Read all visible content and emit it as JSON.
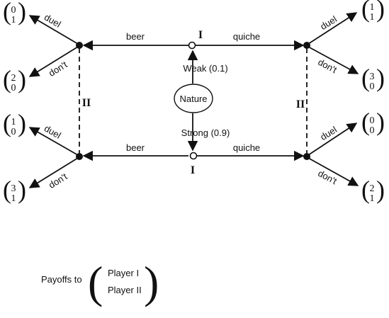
{
  "nodes": {
    "player1_top": "I",
    "player1_bottom": "I",
    "player2_left": "II",
    "player2_right": "II",
    "nature": "Nature"
  },
  "moves": {
    "beer_top": "beer",
    "quiche_top": "quiche",
    "beer_bottom": "beer",
    "quiche_bottom": "quiche",
    "weak": "Weak (0.1)",
    "strong": "Strong (0.9)",
    "duel_tl": "duel",
    "dont_tl": "don't",
    "duel_bl": "duel",
    "dont_bl": "don't",
    "duel_tr": "duel",
    "dont_tr": "don't",
    "duel_br": "duel",
    "dont_br": "don't"
  },
  "payoffs": {
    "tl_duel": [
      "0",
      "1"
    ],
    "tl_dont": [
      "2",
      "0"
    ],
    "bl_duel": [
      "1",
      "0"
    ],
    "bl_dont": [
      "3",
      "1"
    ],
    "tr_duel": [
      "1",
      "1"
    ],
    "tr_dont": [
      "3",
      "0"
    ],
    "br_duel": [
      "0",
      "0"
    ],
    "br_dont": [
      "2",
      "1"
    ]
  },
  "legend": {
    "caption": "Payoffs to",
    "row1": "Player I",
    "row2": "Player II"
  }
}
